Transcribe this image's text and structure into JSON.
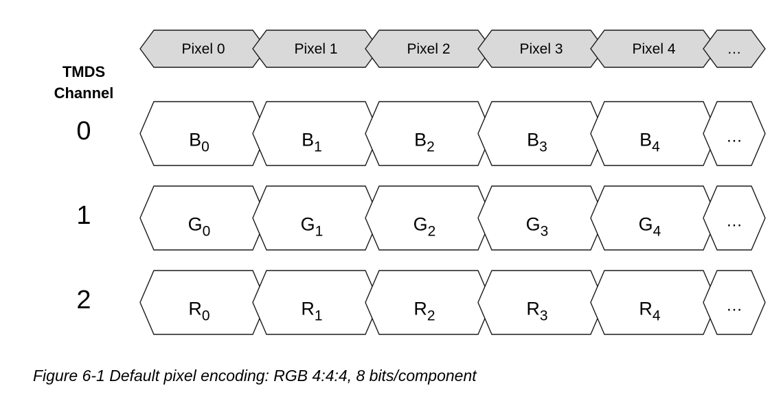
{
  "header": {
    "line1": "TMDS",
    "line2": "Channel"
  },
  "pixels": [
    "Pixel 0",
    "Pixel 1",
    "Pixel 2",
    "Pixel 3",
    "Pixel 4",
    "…"
  ],
  "channels": [
    {
      "number": "0",
      "letter": "B",
      "subscripts": [
        "0",
        "1",
        "2",
        "3",
        "4"
      ],
      "more": "…"
    },
    {
      "number": "1",
      "letter": "G",
      "subscripts": [
        "0",
        "1",
        "2",
        "3",
        "4"
      ],
      "more": "…"
    },
    {
      "number": "2",
      "letter": "R",
      "subscripts": [
        "0",
        "1",
        "2",
        "3",
        "4"
      ],
      "more": "…"
    }
  ],
  "colors": {
    "pixel_fill": "#d9d9d9",
    "cell_fill": "#ffffff",
    "stroke": "#1a1a1a"
  },
  "caption": "Figure 6-1 Default pixel encoding: RGB 4:4:4, 8 bits/component"
}
